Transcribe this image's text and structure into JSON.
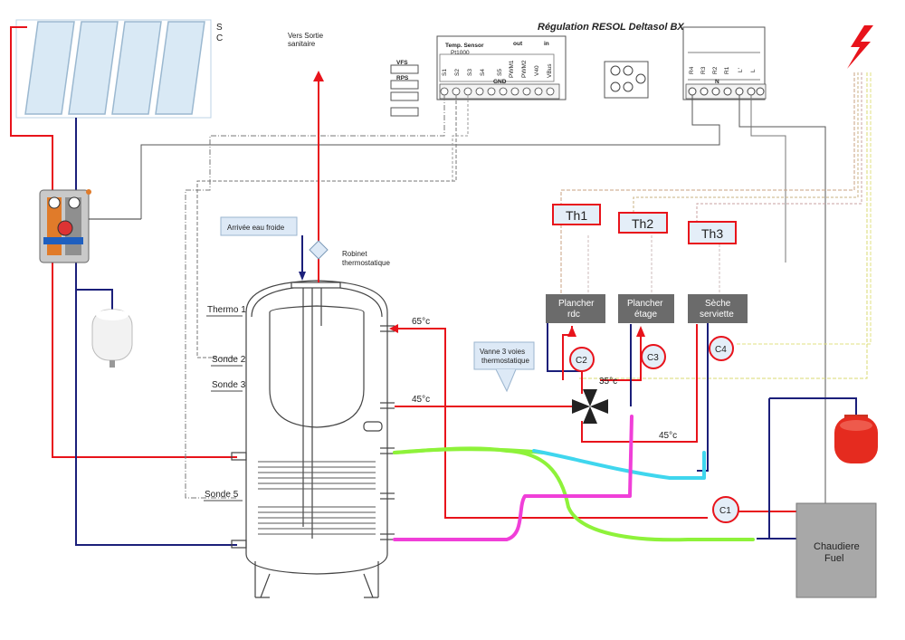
{
  "header": {
    "regulation_title": "Régulation RESOL Deltasol BX"
  },
  "solar": {
    "sc_label_s": "S",
    "sc_label_c": "C"
  },
  "outlet": {
    "line1": "Vers Sortie",
    "line2": "sanitaire"
  },
  "controller": {
    "terminal_block_title": "Temp. Sensor",
    "terminal_block_sub": "Pt1000",
    "out_label": "out",
    "in_label": "in",
    "gnd_label": "GND",
    "vfs_label": "VFS",
    "rps_label": "RPS",
    "sensor_terminals": [
      "S1",
      "S2",
      "S3",
      "S4",
      "S5",
      "PWM1",
      "PWM2",
      "V40",
      "VBus"
    ],
    "relay_terminals": [
      "R4",
      "R3",
      "R2",
      "R1",
      "L'",
      "L"
    ],
    "neutral_label": "N"
  },
  "tank": {
    "thermo1": "Thermo 1",
    "sonde2": "Sonde 2",
    "sonde3": "Sonde 3",
    "sonde5": "Sonde 5",
    "cold_water_inlet": "Arrivée eau froide",
    "robinet_line1": "Robinet",
    "robinet_line2": "thermostatique",
    "temp_65": "65°c",
    "temp_45_left": "45°c"
  },
  "valve3": {
    "line1": "Vanne 3 voies",
    "line2": "thermostatique",
    "temp_35": "35°c",
    "temp_45": "45°c"
  },
  "thermostats": {
    "th1": "Th1",
    "th2": "Th2",
    "th3": "Th3"
  },
  "zones": {
    "rdc_line1": "Plancher",
    "rdc_line2": "rdc",
    "etage_line1": "Plancher",
    "etage_line2": "étage",
    "seche_line1": "Sèche",
    "seche_line2": "serviette"
  },
  "circulators": {
    "c1": "C1",
    "c2": "C2",
    "c3": "C3",
    "c4": "C4"
  },
  "boiler": {
    "line1": "Chaudiere",
    "line2": "Fuel"
  },
  "colors": {
    "hot": "#e8131b",
    "cold": "#1b1f7a",
    "green": "#8ef23a",
    "magenta": "#f03fd8",
    "cyan": "#3fd6ee",
    "zone_box": "#6b6b6b",
    "boiler_box": "#a8a8a8"
  }
}
